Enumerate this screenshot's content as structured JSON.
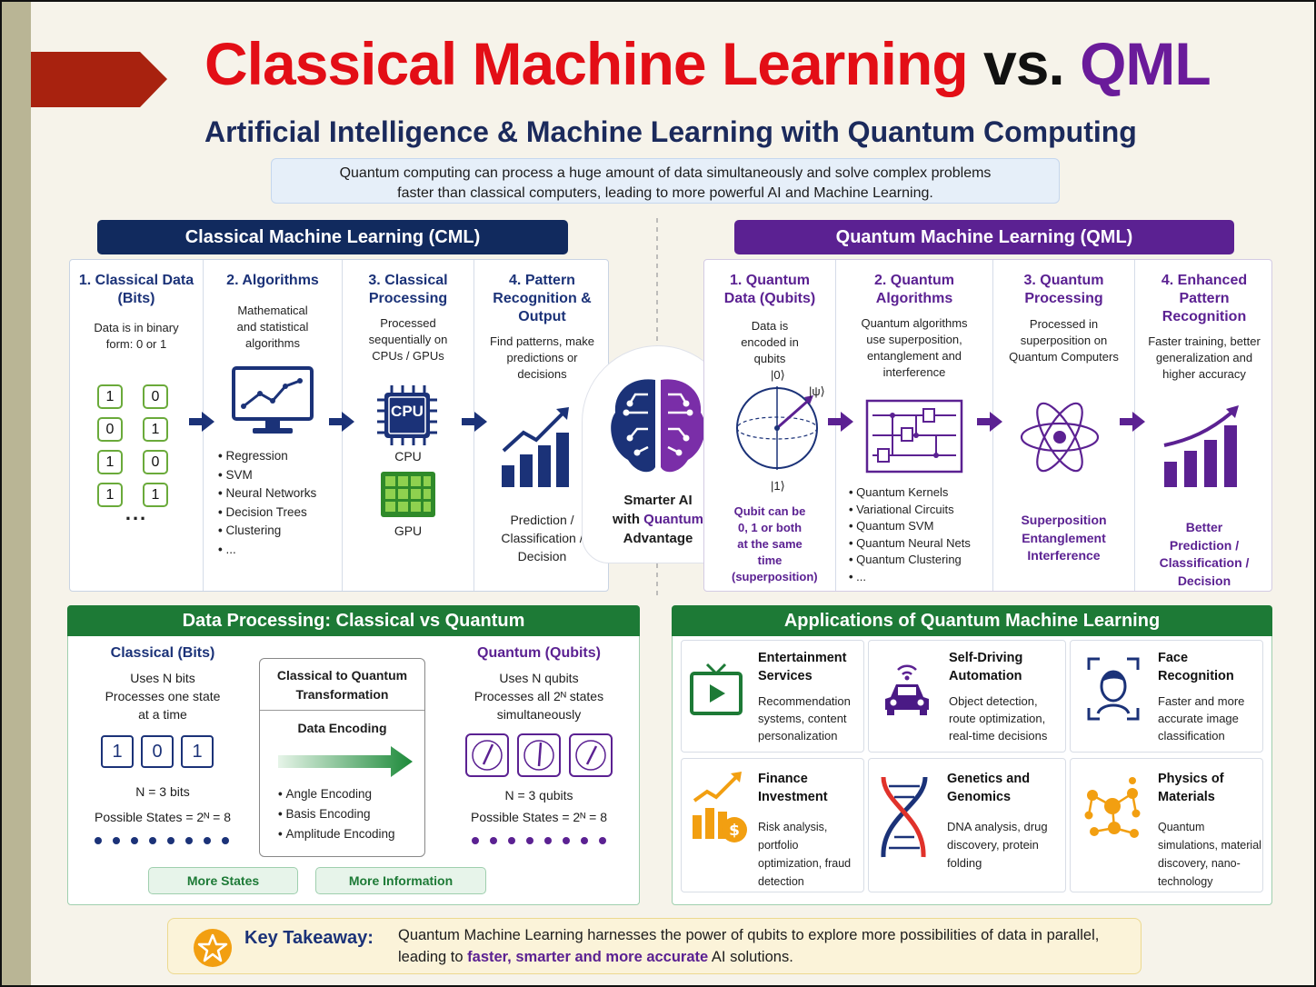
{
  "header": {
    "title_part1": "Classical Machine Learning",
    "title_part2": "vs.",
    "title_part3": "QML",
    "subtitle": "Artificial Intelligence & Machine Learning with Quantum Computing",
    "intro_line1": "Quantum computing can process a huge amount of data simultaneously and solve complex problems",
    "intro_line2": "faster than classical computers, leading to more powerful AI and Machine Learning."
  },
  "cml": {
    "heading": "Classical Machine Learning (CML)",
    "col1": {
      "title": "1. Classical Data (Bits)",
      "desc": "Data is in binary form: 0 or 1",
      "bits": [
        "1",
        "0",
        "0",
        "1",
        "1",
        "0",
        "1",
        "1"
      ],
      "ellipsis": "..."
    },
    "col2": {
      "title": "2. Algorithms",
      "desc": "Mathematical and statistical algorithms",
      "items": [
        "Regression",
        "SVM",
        "Neural Networks",
        "Decision Trees",
        "Clustering",
        "..."
      ]
    },
    "col3": {
      "title": "3. Classical Processing",
      "desc": "Processed sequentially on CPUs / GPUs",
      "cpu_chip": "CPU",
      "cpu_label": "CPU",
      "gpu_label": "GPU"
    },
    "col4": {
      "title": "4. Pattern Recognition & Output",
      "desc": "Find patterns, make predictions or decisions",
      "result": "Prediction / Classification / Decision"
    }
  },
  "center": {
    "line1": "Smarter AI",
    "line2a": "with ",
    "line2b": "Quantum",
    "line3": "Advantage"
  },
  "qml": {
    "heading": "Quantum Machine Learning (QML)",
    "col1": {
      "title": "1. Quantum Data (Qubits)",
      "desc": "Data is encoded in qubits",
      "ket0": "|0⟩",
      "ket1": "|1⟩",
      "psi": "|ψ⟩",
      "note": "Qubit can be 0, 1 or both at the same time (superposition)"
    },
    "col2": {
      "title": "2. Quantum Algorithms",
      "desc": "Quantum algorithms use superposition, entanglement and interference",
      "items": [
        "Quantum Kernels",
        "Variational Circuits",
        "Quantum SVM",
        "Quantum Neural Nets",
        "Quantum Clustering",
        "..."
      ]
    },
    "col3": {
      "title": "3. Quantum Processing",
      "desc": "Processed in superposition on Quantum Computers",
      "result": "Superposition Entanglement Interference"
    },
    "col4": {
      "title": "4. Enhanced Pattern Recognition",
      "desc": "Faster training, better generalization and higher accuracy",
      "result": "Better Prediction / Classification / Decision"
    }
  },
  "processing": {
    "heading": "Data Processing: Classical vs Quantum",
    "classical": {
      "title": "Classical (Bits)",
      "line1": "Uses N bits",
      "line2": "Processes one state",
      "line3": "at a time",
      "bits": [
        "1",
        "0",
        "1"
      ],
      "n": "N = 3 bits",
      "states": "Possible States = 2ᴺ = 8"
    },
    "transform": {
      "title": "Classical to Quantum Transformation",
      "encoding": "Data Encoding",
      "items": [
        "Angle Encoding",
        "Basis Encoding",
        "Amplitude Encoding"
      ]
    },
    "quantum": {
      "title": "Quantum (Qubits)",
      "line1": "Uses N qubits",
      "line2": "Processes all 2ᴺ states",
      "line3": "simultaneously",
      "n": "N = 3 qubits",
      "states": "Possible States = 2ᴺ = 8"
    },
    "btn_more_states": "More States",
    "btn_more_info": "More Information"
  },
  "applications": {
    "heading": "Applications of Quantum Machine Learning",
    "items": [
      {
        "title": "Entertainment Services",
        "desc": "Recommendation systems, content personalization"
      },
      {
        "title": "Self-Driving Automation",
        "desc": "Object detection, route optimization, real-time decisions"
      },
      {
        "title": "Face Recognition",
        "desc": "Faster and more accurate image classification"
      },
      {
        "title": "Finance Investment",
        "desc": "Risk analysis, portfolio optimization, fraud detection"
      },
      {
        "title": "Genetics and Genomics",
        "desc": "DNA analysis, drug discovery, protein folding"
      },
      {
        "title": "Physics of Materials",
        "desc": "Quantum simulations, material discovery, nano-technology"
      }
    ]
  },
  "takeaway": {
    "label": "Key Takeaway:",
    "line1": "Quantum Machine Learning harnesses the power of qubits to explore more possibilities of data in parallel,",
    "line2a": "leading to ",
    "line2b": "faster, smarter and more accurate",
    "line2c": " AI solutions."
  },
  "colors": {
    "red": "#e30e16",
    "navy": "#112a5e",
    "purple": "#5b2192",
    "green": "#1d7a36",
    "accent_blue": "#1b3278"
  }
}
